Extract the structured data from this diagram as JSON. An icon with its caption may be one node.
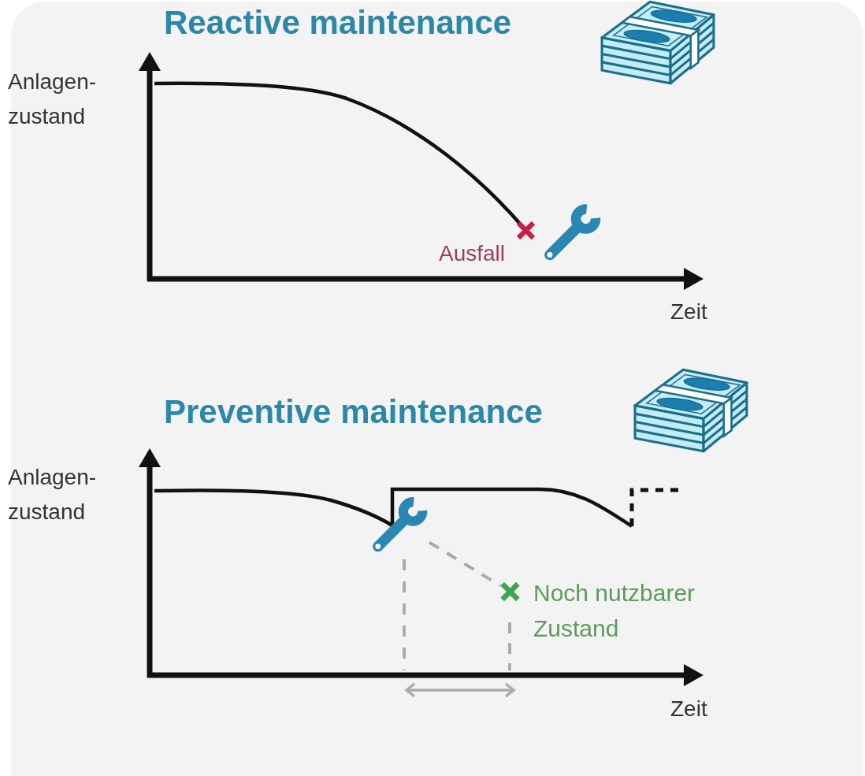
{
  "diagram": {
    "nodes": [
      {
        "text": [],
        "shape": "picture"
      },
      {
        "text": [],
        "shape": "cross",
        "beside": [
          "Noch nutzbarer Zustand"
        ]
      }
    ],
    "edges": [
      {
        "from": 0,
        "to": 1,
        "arrow": "none",
        "style": "dashed",
        "color": "#aaaaaa"
      }
    ],
    "labels": [
      "Reactive maintenance",
      "Anlagen- zustand",
      "Ausfall",
      "Zeit",
      "Preventive maintenance",
      "Anlagen- zustand",
      "Zeit"
    ]
  }
}
